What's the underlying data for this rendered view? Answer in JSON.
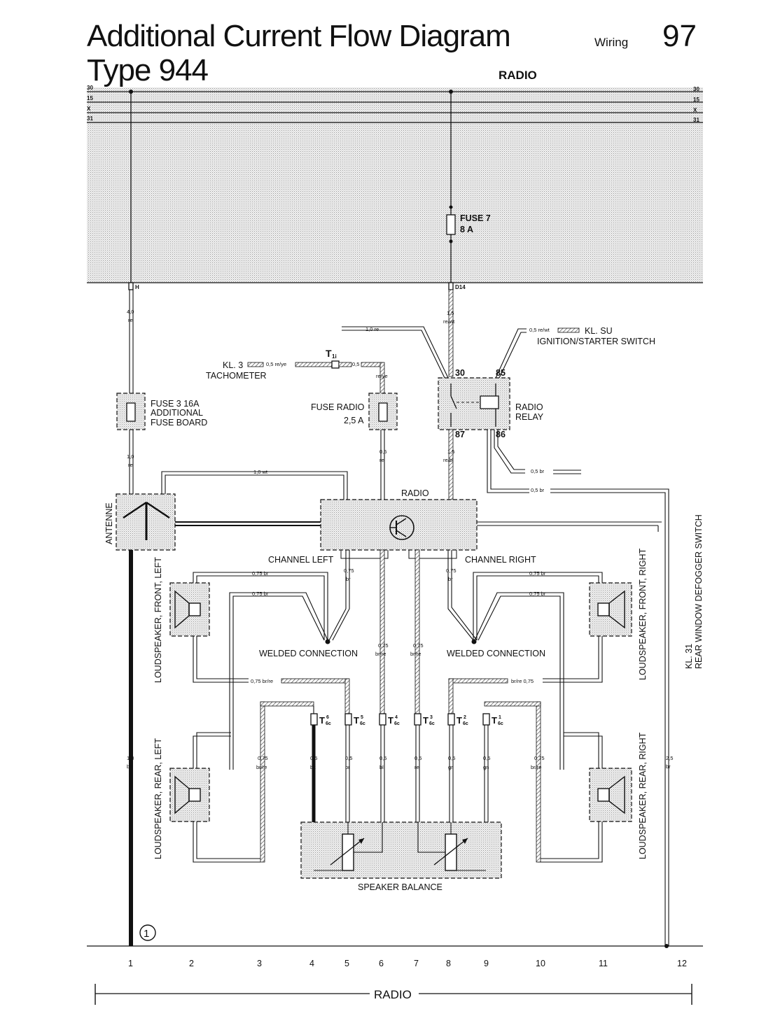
{
  "header": {
    "title_line1": "Additional Current Flow Diagram",
    "title_line2": "Type 944",
    "section": "Wiring",
    "page_number": "97",
    "subtitle": "RADIO"
  },
  "rails": {
    "left": [
      "30",
      "15",
      "X",
      "31"
    ],
    "right": [
      "30",
      "15",
      "X",
      "31"
    ]
  },
  "terminals": {
    "h": "H",
    "d14": "D14"
  },
  "fuses": {
    "fuse7": {
      "name": "FUSE 7",
      "rating": "8 A"
    },
    "fuse3": {
      "line1": "FUSE 3   16A",
      "line2": "ADDITIONAL",
      "line3": "FUSE BOARD"
    },
    "fuse_radio": {
      "line1": "FUSE RADIO",
      "line2": "2,5 A"
    }
  },
  "wires": {
    "w_h_size": "4,0",
    "w_h_color": "re",
    "w_d14_size": "1,5",
    "w_d14_color": "re/wt",
    "w_10re": "1,0  re",
    "w_05reye": "0,5  re/ye",
    "w_05": "0,5",
    "w_reye": "re/ye",
    "w_05rewt": "0,5  re/wt",
    "w_fuse3_size": "1,0",
    "w_fuse3_color": "re",
    "w_10wt": "1,0  wt",
    "w_fr_size": "0,5",
    "w_fr_color": "re",
    "w_87_size": "1,5",
    "w_87_color": "re/bl",
    "w_05br_a": "0,5  br",
    "w_05br_b": "0,5  br",
    "w_chl_size": "0,75",
    "w_chl_color": "br",
    "w_chr_size": "0,75",
    "w_chr_color": "br",
    "w_l075br_1": "0,75  br",
    "w_l075br_2": "0,75  br",
    "w_r075br_1": "0,75  br",
    "w_r075br_2": "0,75  br",
    "w_c6_size": "0,75",
    "w_c6_color": "br/re",
    "w_c7_size": "0,75",
    "w_c7_color": "br/re",
    "w_l075brre": "0,75  br/re",
    "w_r075brre": "br/re  0,75",
    "w_ant_size": "1,0",
    "w_ant_color": "bk",
    "w_12_size": "2,5",
    "w_12_color": "br",
    "b3_size": "0,75",
    "b3_color": "br/re",
    "b4_size": "0,5",
    "b4_color": "bk",
    "b5_size": "0,5",
    "b5_color": "br",
    "b6_size": "0,5",
    "b6_color": "bl",
    "b7_size": "0,5",
    "b7_color": "re",
    "b8_size": "0,5",
    "b8_color": "gr",
    "b9_size": "0,5",
    "b9_color": "gn",
    "b10_size": "0,75",
    "b10_color": "br/re"
  },
  "components": {
    "t1i": "T",
    "t1i_sub": "1i",
    "kl3": "KL. 3",
    "tachometer": "TACHOMETER",
    "kl_su": "KL. SU",
    "ignition": "IGNITION/STARTER SWITCH",
    "relay_line1": "RADIO",
    "relay_line2": "RELAY",
    "pin30": "30",
    "pin85": "85",
    "pin87": "87",
    "pin86": "86",
    "radio": "RADIO",
    "antenna": "ANTENNE",
    "channel_left": "CHANNEL LEFT",
    "channel_right": "CHANNEL RIGHT",
    "welded_left": "WELDED CONNECTION",
    "welded_right": "WELDED CONNECTION",
    "ls_front_left": "LOUDSPEAKER, FRONT, LEFT",
    "ls_rear_left": "LOUDSPEAKER, REAR, LEFT",
    "ls_front_right": "LOUDSPEAKER, FRONT, RIGHT",
    "ls_rear_right": "LOUDSPEAKER, REAR, RIGHT",
    "kl31": "KL. 31",
    "defogger": "REAR WINDOW DEFOGGER SWITCH",
    "speaker_balance": "SPEAKER BALANCE",
    "ground_marker": "1"
  },
  "connectors": [
    {
      "label": "T",
      "pin": "6",
      "sub": "6c"
    },
    {
      "label": "T",
      "pin": "5",
      "sub": "6c"
    },
    {
      "label": "T",
      "pin": "4",
      "sub": "6c"
    },
    {
      "label": "T",
      "pin": "3",
      "sub": "6c"
    },
    {
      "label": "T",
      "pin": "2",
      "sub": "6c"
    },
    {
      "label": "T",
      "pin": "1",
      "sub": "6c"
    }
  ],
  "columns": [
    "1",
    "2",
    "3",
    "4",
    "5",
    "6",
    "7",
    "8",
    "9",
    "10",
    "11",
    "12"
  ],
  "footer": {
    "label": "RADIO"
  }
}
